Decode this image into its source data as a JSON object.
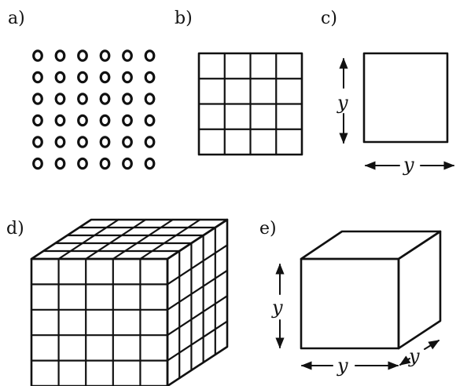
{
  "panels": {
    "a": {
      "label": "a)",
      "dot_rows": 6,
      "dot_cols": 6
    },
    "b": {
      "label": "b)",
      "grid_rows": 4,
      "grid_cols": 4
    },
    "c": {
      "label": "c)",
      "side_vertical": "y",
      "side_horizontal": "y"
    },
    "d": {
      "label": "d)",
      "cube_divisions": 5
    },
    "e": {
      "label": "e)",
      "edge_vertical": "y",
      "edge_front": "y",
      "edge_depth": "y"
    }
  }
}
